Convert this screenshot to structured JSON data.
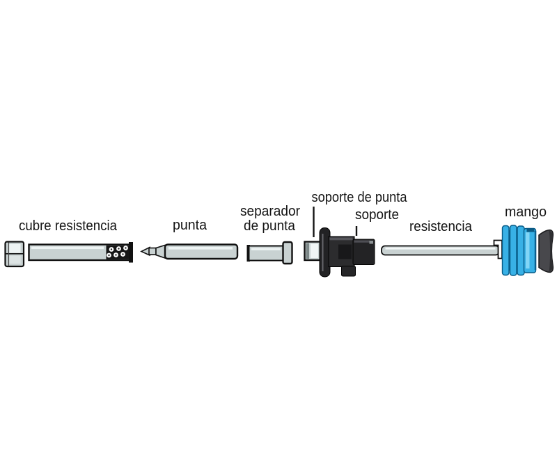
{
  "diagram": {
    "description": "exploded-view diagram of a soldering iron with Spanish part labels",
    "labels": {
      "cubre_resistencia": "cubre resistencia",
      "punta": "punta",
      "separador_line1": "separador",
      "separador_line2": "de punta",
      "soporte_de_punta": "soporte de punta",
      "soporte": "soporte",
      "resistencia": "resistencia",
      "mango": "mango"
    },
    "colors": {
      "background": "#ffffff",
      "outline": "#111111",
      "metal_gray": "#c9d2d2",
      "metal_gray_dark": "#7b8686",
      "black_part": "#2c2c2e",
      "black_part_deep": "#18181a",
      "handle_blue": "#38b1e6",
      "handle_blue_dark": "#0d6ea5",
      "handle_blue_light": "#8edcf8",
      "handle_end_gray": "#48484c",
      "label_color": "#141414"
    }
  }
}
